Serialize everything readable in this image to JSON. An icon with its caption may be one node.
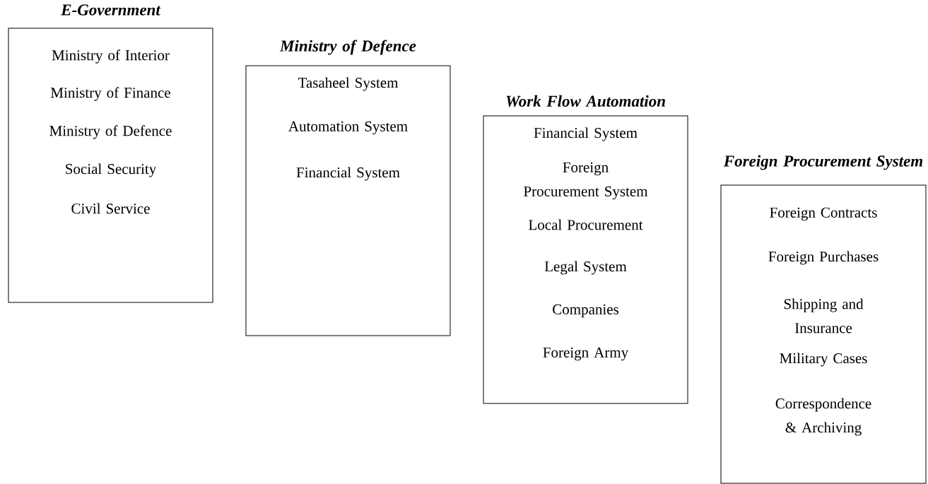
{
  "diagram": {
    "nodes": [
      {
        "text": [
          "E-Government",
          "Ministry of Interior",
          "Ministry of Finance",
          "Ministry of Defence",
          "Social Security",
          "Civil Service"
        ]
      },
      {
        "text": [
          "Ministry of Defence",
          "Tasaheel System",
          "Automation System",
          "Financial System"
        ]
      },
      {
        "text": [
          "Work Flow Automation",
          "Financial System",
          "Foreign Procurement System",
          "Local Procurement",
          "Legal System",
          "Companies",
          "Foreign Army"
        ]
      },
      {
        "text": [
          "Foreign Procurement System",
          "Foreign Contracts",
          "Foreign Purchases",
          "Shipping and Insurance",
          "Military Cases",
          "Correspondence & Archiving"
        ]
      }
    ],
    "edges": []
  }
}
